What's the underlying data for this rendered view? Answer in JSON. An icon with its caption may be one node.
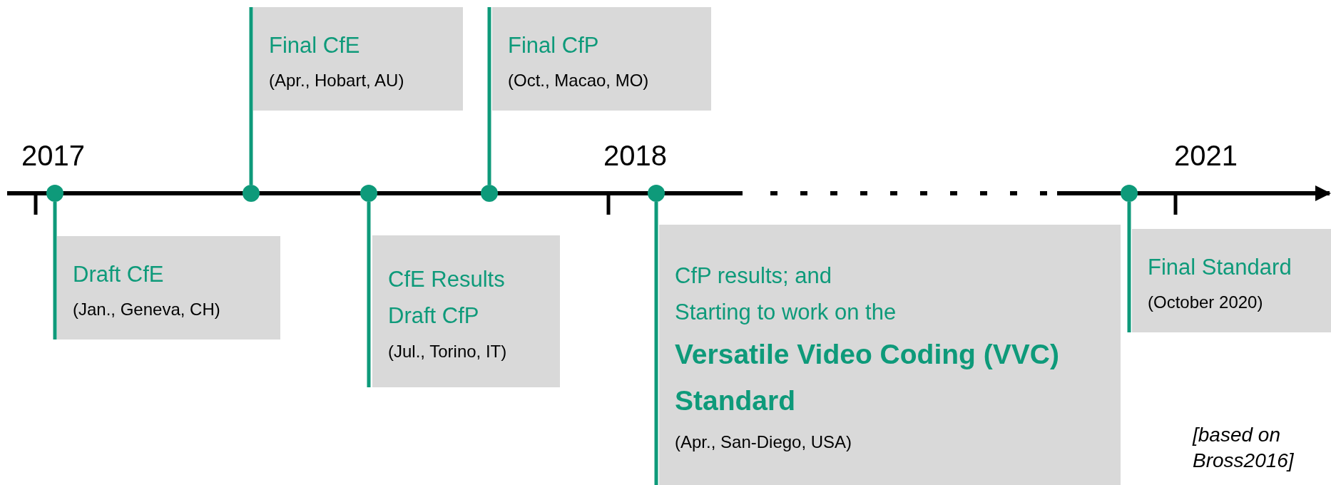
{
  "diagram": {
    "nodes": [
      {
        "text": [
          "Draft CfE",
          "(Jan., Geneva, CH)"
        ]
      },
      {
        "text": [
          "Final CfE",
          "(Apr., Hobart, AU)"
        ]
      },
      {
        "text": [
          "CfE Results",
          "Draft CfP",
          "(Jul., Torino, IT)"
        ]
      },
      {
        "text": [
          "Final CfP",
          "(Oct., Macao, MO)"
        ]
      },
      {
        "text": [
          "CfP results; and",
          "Starting to work on the",
          "Versatile Video Coding (VVC) Standard",
          "(Apr., San-Diego, USA)"
        ]
      },
      {
        "text": [
          "Final Standard",
          "(October 2020)"
        ]
      },
      {
        "text": [],
        "shape": "circle"
      },
      {
        "text": [],
        "shape": "circle"
      },
      {
        "text": [],
        "shape": "circle"
      },
      {
        "text": [],
        "shape": "circle"
      },
      {
        "text": [],
        "shape": "circle"
      },
      {
        "text": [],
        "shape": "circle"
      }
    ],
    "edges": [
      {
        "from": 0,
        "to": 6,
        "arrow": "none"
      },
      {
        "from": 1,
        "to": 7,
        "arrow": "none"
      },
      {
        "from": 2,
        "to": 8,
        "arrow": "none"
      },
      {
        "from": 3,
        "to": 9,
        "arrow": "none"
      },
      {
        "from": 4,
        "to": 10,
        "arrow": "none"
      },
      {
        "from": 5,
        "to": 11,
        "arrow": "none"
      }
    ],
    "labels": [
      "2017",
      "2018",
      "2021",
      "[based on Bross2016]"
    ]
  }
}
